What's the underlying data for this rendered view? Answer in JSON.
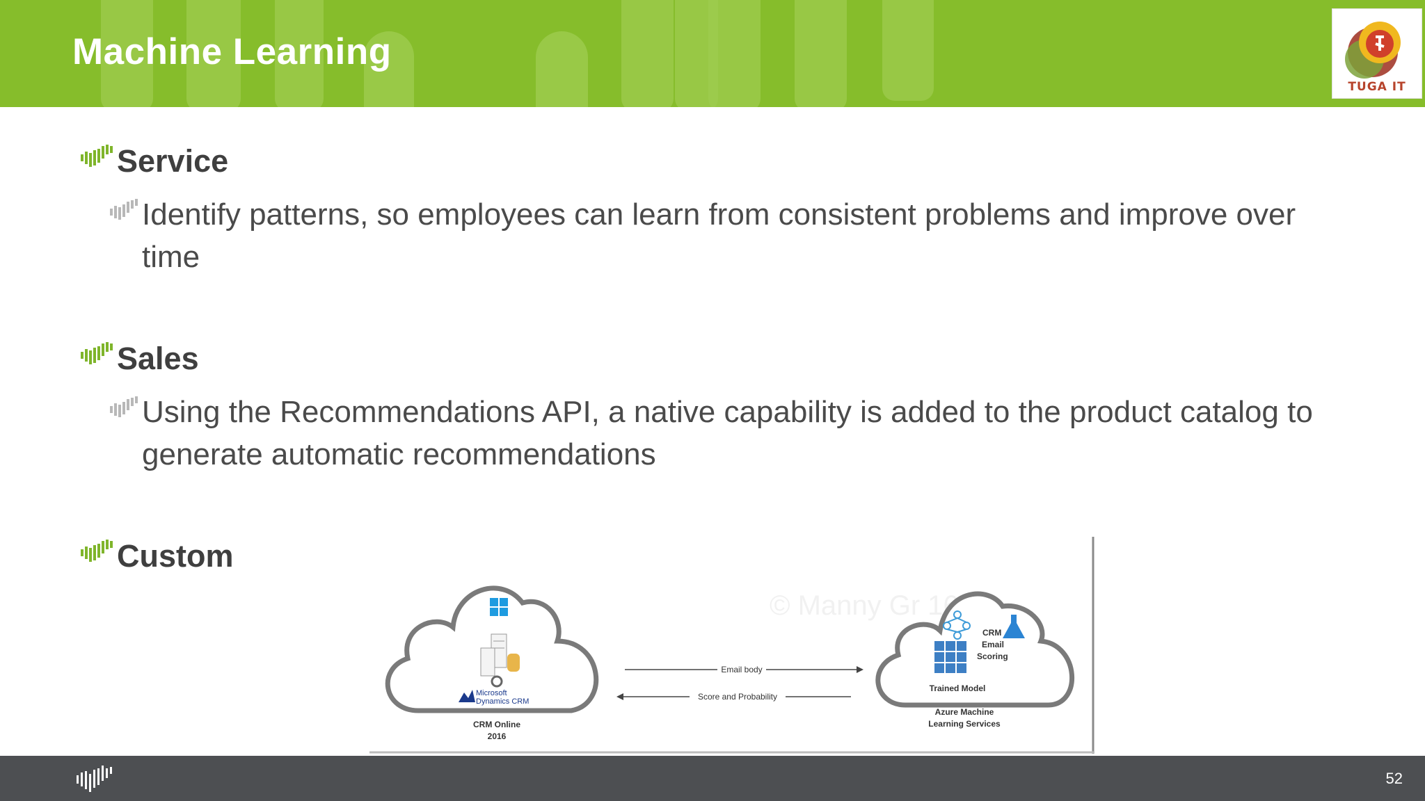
{
  "slide": {
    "title": "Machine Learning",
    "page_number": "52",
    "logo_text": "TUGA IT",
    "colors": {
      "header": "#86bd2b",
      "footer": "#4d4f52",
      "text": "#3f3f3f"
    },
    "icons": {
      "bullet": "signal-bars-icon",
      "sub_bullet": "signal-bars-icon-grey"
    }
  },
  "bullets": [
    {
      "heading": "Service",
      "text": "Identify patterns, so employees can learn from consistent problems and improve over time"
    },
    {
      "heading": "Sales",
      "text": "Using the Recommendations API, a native capability is added to the product catalog to generate automatic recommendations"
    },
    {
      "heading": "Custom"
    }
  ],
  "diagram": {
    "watermark": "© Manny Gr      16",
    "left_cloud": {
      "product_line1": "Microsoft",
      "product_line2": "Dynamics CRM",
      "caption_line1": "CRM Online",
      "caption_line2": "2016"
    },
    "right_cloud": {
      "label_line1": "CRM",
      "label_line2": "Email",
      "label_line3": "Scoring",
      "model": "Trained Model",
      "caption_line1": "Azure Machine",
      "caption_line2": "Learning Services"
    },
    "arrow_top": "Email body",
    "arrow_bottom": "Score and Probability"
  }
}
